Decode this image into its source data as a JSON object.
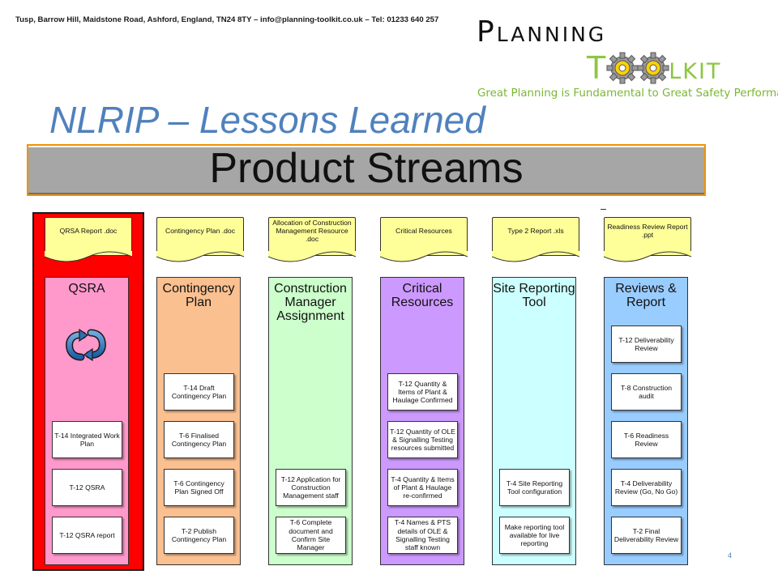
{
  "header": {
    "address": "Tusp, Barrow Hill, Maidstone Road, Ashford, England, TN24 8TY – info@planning-toolkit.co.uk – Tel: 01233 640 257",
    "logo_line1": "Planning",
    "logo_line2_prefix": "T",
    "logo_line2_suffix": "lkit",
    "logo_tagline": "Great Planning is Fundamental to Great Safety Performance"
  },
  "title": "NLRIP – Lessons Learned",
  "banner": "Product Streams",
  "page_number": "4",
  "colors": {
    "title_blue": "#4f81bd",
    "banner_border": "#f39200",
    "logo_green": "#8cc63f",
    "qsra_frame": "#ff0000"
  },
  "streams": [
    {
      "doc": "QRSA Report .doc",
      "title": "QSRA",
      "color": "#ff99cc",
      "tasks": [
        "T-14 Integrated Work Plan",
        "T-12 QSRA",
        "T-12 QSRA report"
      ]
    },
    {
      "doc": "Contingency Plan .doc",
      "title": "Contingency Plan",
      "color": "#fac090",
      "tasks": [
        "T-14 Draft Contingency Plan",
        "T-6 Finalised Contingency Plan",
        "T-6 Contingency Plan Signed Off",
        "T-2 Publish Contingency Plan"
      ]
    },
    {
      "doc": "Allocation of Construction Management Resource .doc",
      "title": "Construction Manager Assignment",
      "color": "#ccffcc",
      "tasks": [
        "T-12 Application for Construction Management staff",
        "T-6 Complete document and Confirm Site Manager"
      ]
    },
    {
      "doc": "Critical Resources",
      "title": "Critical Resources",
      "color": "#cc99ff",
      "tasks": [
        "T-12 Quantity & Items of Plant & Haulage Confirmed",
        "T-12 Quantity of OLE & Signalling Testing resources submitted",
        "T-4 Quantity & Items of Plant & Haulage re-confirmed",
        "T-4 Names & PTS details of OLE & Signalling Testing staff known"
      ]
    },
    {
      "doc": "Type 2 Report .xls",
      "title": "Site Reporting Tool",
      "color": "#ccffff",
      "tasks": [
        "T-4 Site Reporting Tool configuration",
        "Make reporting tool available for live reporting"
      ]
    },
    {
      "doc": "Readiness Review Report .ppt",
      "title": "Reviews & Report",
      "color": "#99ccff",
      "tasks": [
        "T-12 Deliverability Review",
        "T-8 Construction audit",
        "T-6 Readiness Review",
        "T-4 Deliverability Review (Go, No Go)",
        "T-2 Final Deliverability Review"
      ]
    }
  ]
}
